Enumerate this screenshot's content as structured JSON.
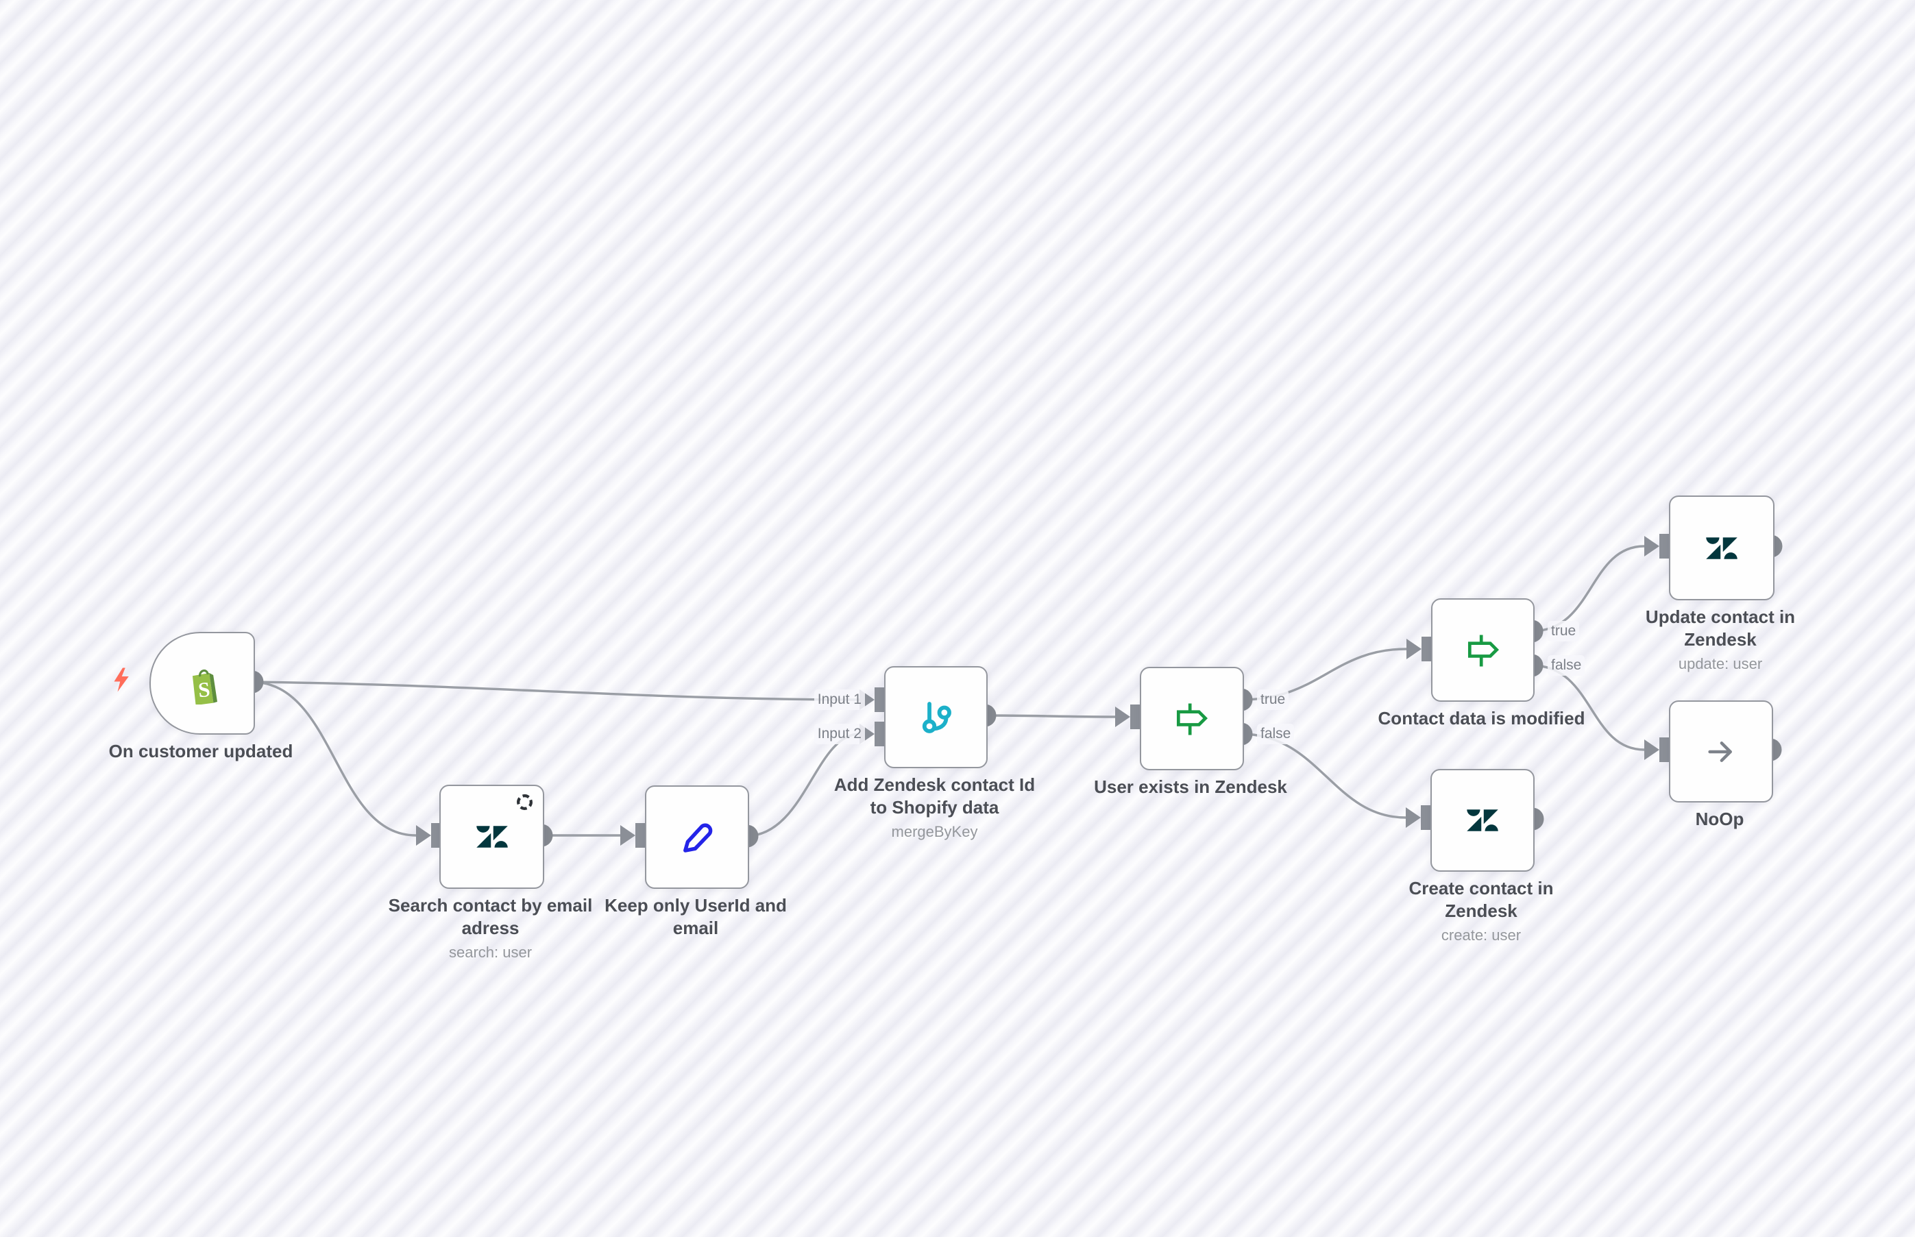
{
  "workflow": {
    "nodes": [
      {
        "id": "on-customer-updated",
        "title": "On customer updated",
        "subtitle": "",
        "type": "shopify-trigger",
        "icon": "shopify-bag-icon"
      },
      {
        "id": "search-contact-by-email",
        "title": "Search contact by email adress",
        "subtitle": "search: user",
        "type": "zendesk",
        "icon": "zendesk-icon",
        "badge": "retry-icon"
      },
      {
        "id": "keep-only-userid-and-email",
        "title": "Keep only UserId and email",
        "subtitle": "",
        "type": "set",
        "icon": "pencil-icon"
      },
      {
        "id": "add-zendesk-contact-id",
        "title": "Add Zendesk contact Id to Shopify data",
        "subtitle": "mergeByKey",
        "type": "merge",
        "icon": "merge-icon"
      },
      {
        "id": "user-exists-in-zendesk",
        "title": "User exists in Zendesk",
        "subtitle": "",
        "type": "if",
        "icon": "signpost-icon"
      },
      {
        "id": "contact-data-is-modified",
        "title": "Contact data is modified",
        "subtitle": "",
        "type": "if",
        "icon": "signpost-icon"
      },
      {
        "id": "update-contact-in-zendesk",
        "title": "Update contact in Zendesk",
        "subtitle": "update: user",
        "type": "zendesk",
        "icon": "zendesk-icon"
      },
      {
        "id": "create-contact-in-zendesk",
        "title": "Create contact in Zendesk",
        "subtitle": "create: user",
        "type": "zendesk",
        "icon": "zendesk-icon"
      },
      {
        "id": "noop",
        "title": "NoOp",
        "subtitle": "",
        "type": "no-operation",
        "icon": "arrow-right-icon"
      }
    ],
    "port_labels": {
      "input_1": "Input 1",
      "input_2": "Input 2",
      "if_true": "true",
      "if_false": "false"
    },
    "colors": {
      "shopify_green": "#95BF47",
      "shopify_green_dark": "#5E8E3E",
      "zendesk_teal": "#03363D",
      "merge_cyan": "#1CB0C9",
      "if_green": "#189A43",
      "set_blue": "#2424E8",
      "noop_gray": "#7d828a",
      "trigger_bolt": "#FF6D5A",
      "wire_gray": "#9a9ea5",
      "title_text": "#4b4e55",
      "subtitle_text": "#94979c"
    }
  }
}
